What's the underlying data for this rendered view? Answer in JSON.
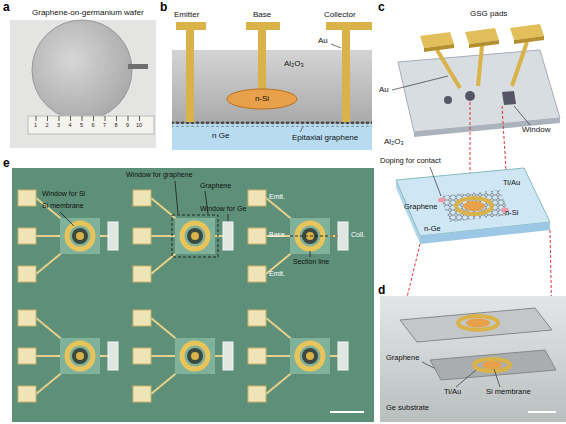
{
  "diagram": {
    "nodes": [
      {
        "text": [
          "Al₂O₃"
        ]
      },
      {
        "text": [
          "n-Si"
        ],
        "in": 0
      },
      {
        "text": [
          "n Ge"
        ]
      }
    ],
    "labels": [
      "a",
      "Graphene-on-germanium wafer",
      "1",
      "2",
      "3",
      "4",
      "5",
      "6",
      "7",
      "8",
      "9",
      "10",
      "b",
      "Emitter",
      "Base",
      "Collector",
      "Au",
      "Epitaxial graphene",
      "c",
      "GSG pads",
      "Au",
      "Al₂O₃",
      "Window",
      "Doping for contact",
      "Graphene",
      "Ti/Au",
      "n-Si",
      "n-Ge",
      "d",
      "Graphene",
      "Ti/Au",
      "Si membrane",
      "Ge substrate",
      "e",
      "Window for graphene",
      "Graphene",
      "Window for Si",
      "Si membrane",
      "Window for Ge",
      "Emit.",
      "Base",
      "Emit.",
      "Coll.",
      "Section line"
    ]
  }
}
